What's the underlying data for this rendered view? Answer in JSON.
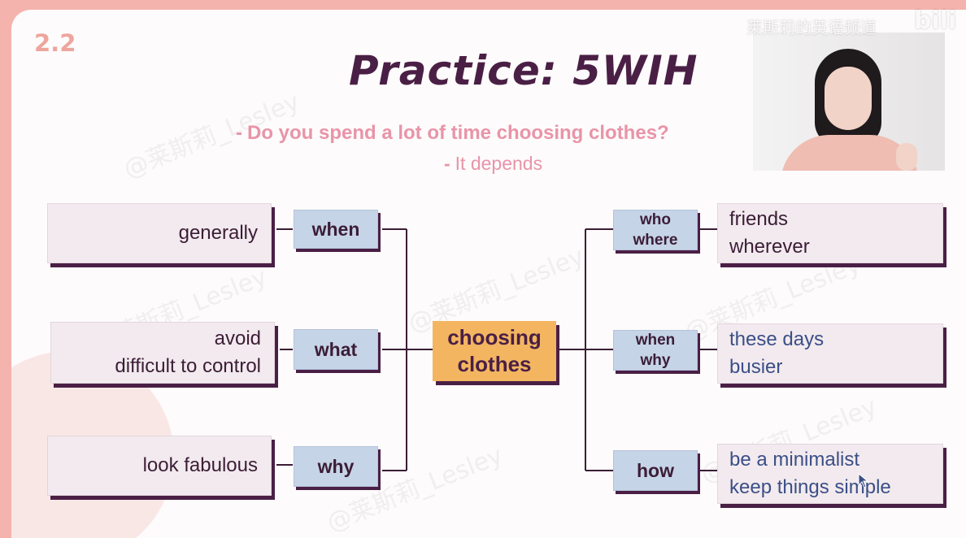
{
  "slide_number": "2.2",
  "title": "Practice: 5WIH",
  "question": "Do you spend a lot of time choosing clothes?",
  "answer": "It depends",
  "center": {
    "line1": "choosing",
    "line2": "clothes"
  },
  "left_branches": [
    {
      "question": [
        "when"
      ],
      "answer": [
        "generally"
      ]
    },
    {
      "question": [
        "what"
      ],
      "answer": [
        "avoid",
        "difficult to control"
      ]
    },
    {
      "question": [
        "why"
      ],
      "answer": [
        "look fabulous"
      ]
    }
  ],
  "right_branches": [
    {
      "question": [
        "who",
        "where"
      ],
      "answer": [
        "friends",
        "wherever"
      ]
    },
    {
      "question": [
        "when",
        "why"
      ],
      "answer": [
        "these days",
        "busier"
      ]
    },
    {
      "question": [
        "how"
      ],
      "answer": [
        "be a minimalist",
        "keep things simple"
      ]
    }
  ],
  "watermark": "@莱斯莉_Lesley",
  "video_overlay": {
    "channel": "莱斯莉的英语频道",
    "logo": "bili"
  },
  "colors": {
    "background": "#f4b3ac",
    "title": "#4a1f45",
    "question": "#e994a8",
    "center_box": "#f3b560",
    "question_box": "#c6d4e8",
    "answer_box": "#f2eaee",
    "blue_text": "#3b4f87"
  },
  "icons": {
    "cursor": "mouse-pointer-icon"
  }
}
